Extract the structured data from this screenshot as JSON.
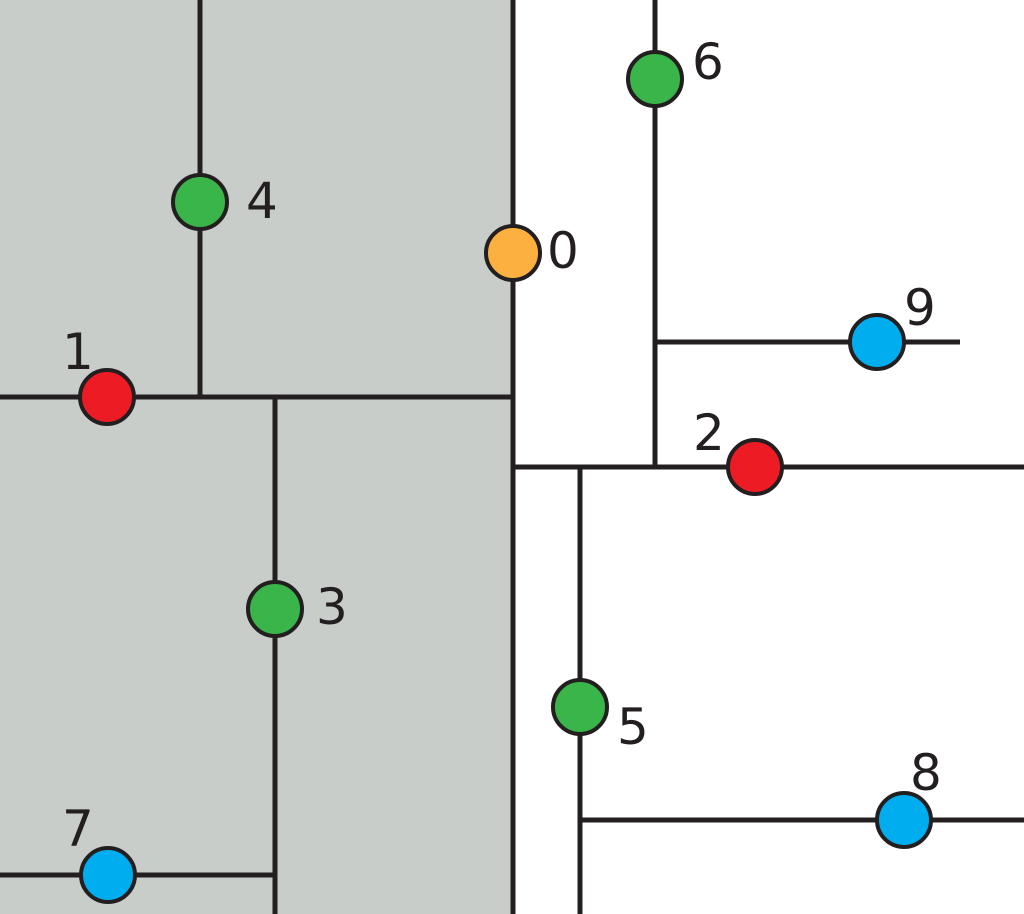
{
  "colors": {
    "region_fill": "#c8cdc9",
    "line": "#231f20",
    "orange": "#fbb040",
    "red": "#ed1c24",
    "green": "#39b54a",
    "blue": "#00aeef"
  },
  "nodes": [
    {
      "id": "0",
      "label": "0",
      "color": "orange"
    },
    {
      "id": "1",
      "label": "1",
      "color": "red"
    },
    {
      "id": "2",
      "label": "2",
      "color": "red"
    },
    {
      "id": "3",
      "label": "3",
      "color": "green"
    },
    {
      "id": "4",
      "label": "4",
      "color": "green"
    },
    {
      "id": "5",
      "label": "5",
      "color": "green"
    },
    {
      "id": "6",
      "label": "6",
      "color": "green"
    },
    {
      "id": "7",
      "label": "7",
      "color": "blue"
    },
    {
      "id": "8",
      "label": "8",
      "color": "blue"
    },
    {
      "id": "9",
      "label": "9",
      "color": "blue"
    }
  ]
}
